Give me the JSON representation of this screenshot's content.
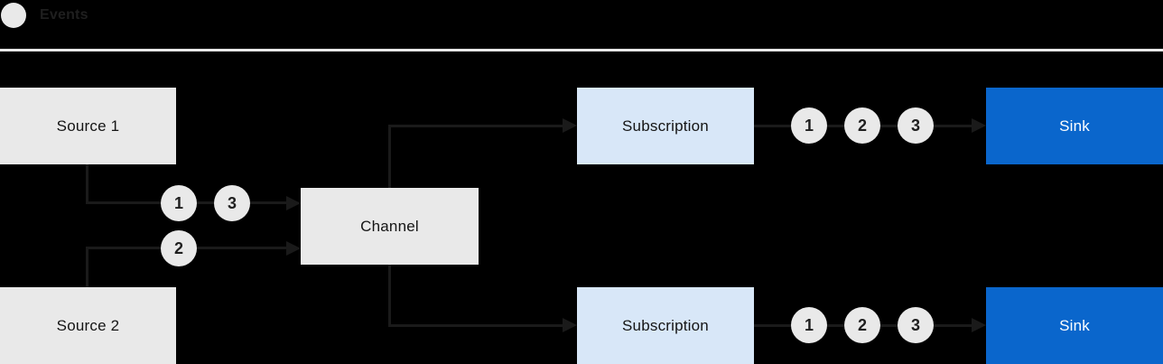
{
  "legend": {
    "label": "Events"
  },
  "nodes": {
    "source1": {
      "label": "Source 1"
    },
    "source2": {
      "label": "Source 2"
    },
    "channel": {
      "label": "Channel"
    },
    "subscriptionTop": {
      "label": "Subscription"
    },
    "subscriptionBottom": {
      "label": "Subscription"
    },
    "sinkTop": {
      "label": "Sink"
    },
    "sinkBottom": {
      "label": "Sink"
    }
  },
  "events": {
    "source1ToChannel": [
      "1",
      "3"
    ],
    "source2ToChannel": [
      "2"
    ],
    "subscriptionTopToSink": [
      "1",
      "2",
      "3"
    ],
    "subscriptionBottomToSink": [
      "1",
      "2",
      "3"
    ]
  },
  "colors": {
    "background": "#000000",
    "node_gray": "#e9e9e9",
    "subscription_blue": "#d8e7f8",
    "sink_blue": "#0a66cc",
    "connector": "#1a1a1a",
    "text_dark": "#151515",
    "text_light": "#ffffff",
    "divider": "#e8e8e8"
  }
}
